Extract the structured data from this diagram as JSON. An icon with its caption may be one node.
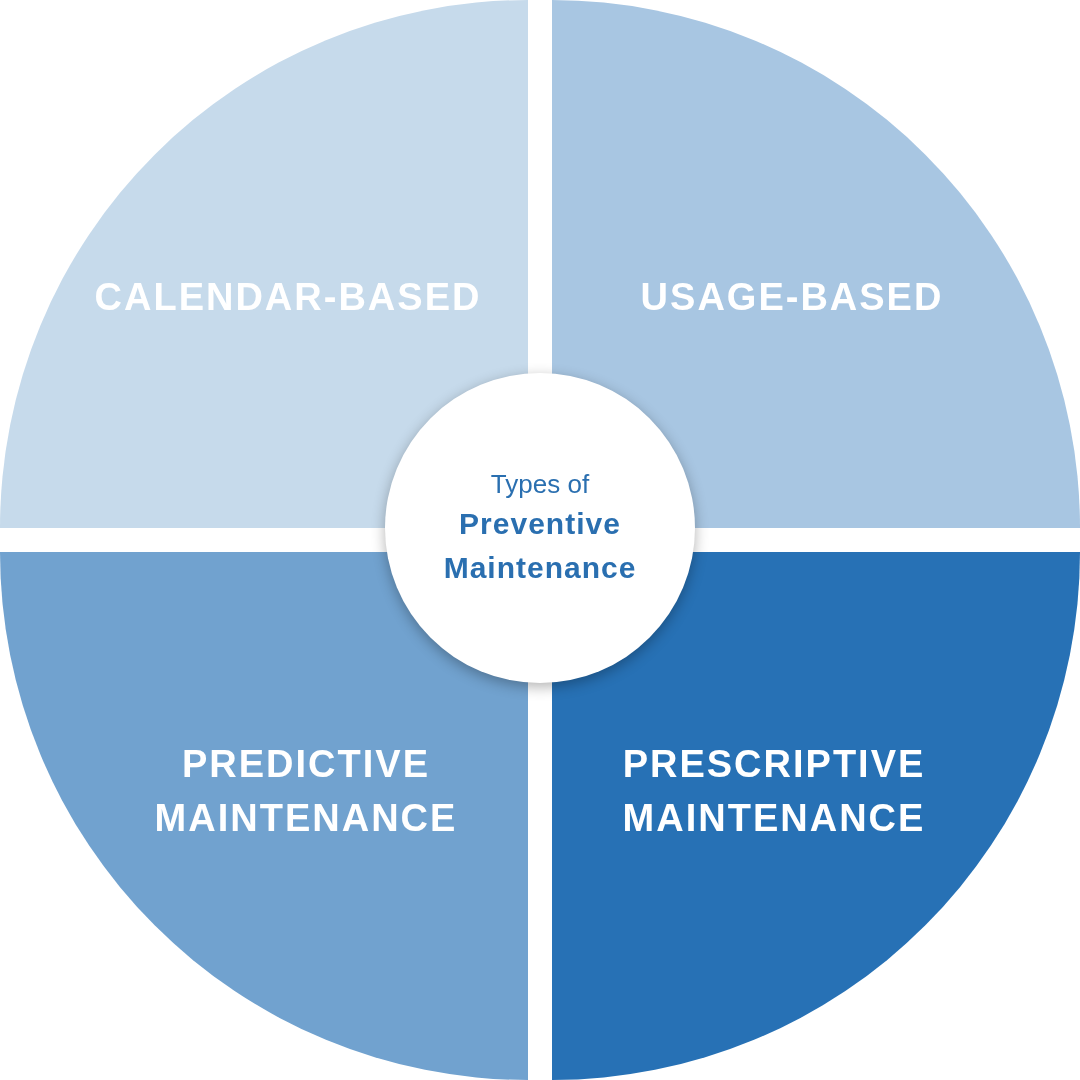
{
  "diagram": {
    "nodes": [
      {
        "text": [
          "CALENDAR-BASED"
        ]
      },
      {
        "text": [
          "USAGE-BASED"
        ]
      },
      {
        "text": [
          "PREDICTIVE MAINTENANCE"
        ]
      },
      {
        "text": [
          "PRESCRIPTIVE MAINTENANCE"
        ]
      },
      {
        "text": [
          "Types of",
          "Preventive Maintenance"
        ]
      }
    ]
  }
}
